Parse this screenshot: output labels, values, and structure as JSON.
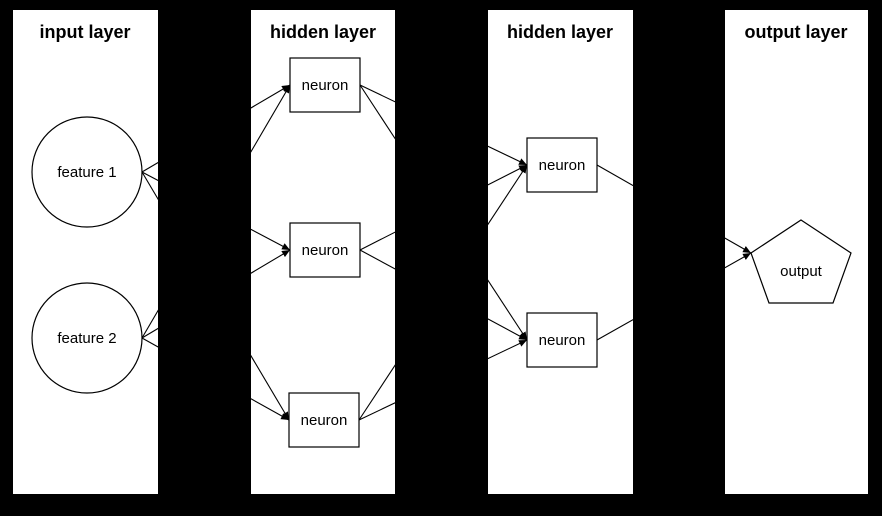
{
  "colors": {
    "background": "#000000",
    "panel": "#ffffff",
    "stroke": "#000000",
    "text": "#000000"
  },
  "diagram": {
    "type": "neural-network",
    "layers": [
      {
        "title": "input layer",
        "nodes": [
          {
            "id": "feature1",
            "label": "feature 1",
            "shape": "circle"
          },
          {
            "id": "feature2",
            "label": "feature 2",
            "shape": "circle"
          }
        ]
      },
      {
        "title": "hidden layer",
        "nodes": [
          {
            "id": "h1n1",
            "label": "neuron",
            "shape": "rect"
          },
          {
            "id": "h1n2",
            "label": "neuron",
            "shape": "rect"
          },
          {
            "id": "h1n3",
            "label": "neuron",
            "shape": "rect"
          }
        ]
      },
      {
        "title": "hidden layer",
        "nodes": [
          {
            "id": "h2n1",
            "label": "neuron",
            "shape": "rect"
          },
          {
            "id": "h2n2",
            "label": "neuron",
            "shape": "rect"
          }
        ]
      },
      {
        "title": "output layer",
        "nodes": [
          {
            "id": "output",
            "label": "output",
            "shape": "pentagon"
          }
        ]
      }
    ],
    "edges": [
      {
        "from": "feature1",
        "to": "h1n1"
      },
      {
        "from": "feature1",
        "to": "h1n2"
      },
      {
        "from": "feature1",
        "to": "h1n3"
      },
      {
        "from": "feature2",
        "to": "h1n1"
      },
      {
        "from": "feature2",
        "to": "h1n2"
      },
      {
        "from": "feature2",
        "to": "h1n3"
      },
      {
        "from": "h1n1",
        "to": "h2n1"
      },
      {
        "from": "h1n1",
        "to": "h2n2"
      },
      {
        "from": "h1n2",
        "to": "h2n1"
      },
      {
        "from": "h1n2",
        "to": "h2n2"
      },
      {
        "from": "h1n3",
        "to": "h2n1"
      },
      {
        "from": "h1n3",
        "to": "h2n2"
      },
      {
        "from": "h2n1",
        "to": "output"
      },
      {
        "from": "h2n2",
        "to": "output"
      }
    ]
  }
}
